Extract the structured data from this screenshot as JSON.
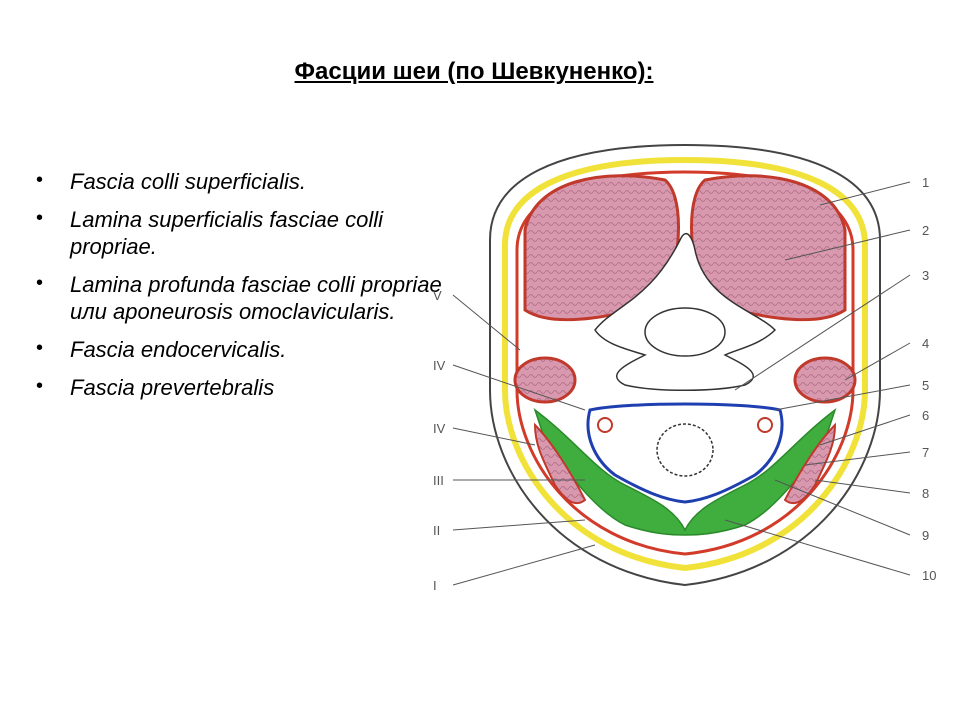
{
  "slide": {
    "title": "Фасции шеи (по Шевкуненко):",
    "bullets": [
      "Fascia colli superficialis.",
      "Lamina superficialis fasciae colli propriae.",
      "Lamina profunda fasciae colli propriae или aponeurosis omoclavicularis.",
      "Fascia endocervicalis.",
      "Fascia prevertebralis"
    ]
  },
  "diagram": {
    "right_labels": [
      "1",
      "2",
      "3",
      "4",
      "5",
      "6",
      "7",
      "8",
      "9",
      "10"
    ],
    "left_labels": [
      "V",
      "IV",
      "IV",
      "III",
      "II",
      "I"
    ],
    "colors": {
      "skin_outline": "#444444",
      "fascia_superficial": "#f1e23a",
      "fascia_propria": "#d23a2a",
      "muscle": "#d9a3b4",
      "endocervical": "#1f3fb0",
      "prevertebral": "#3fae3f"
    }
  }
}
